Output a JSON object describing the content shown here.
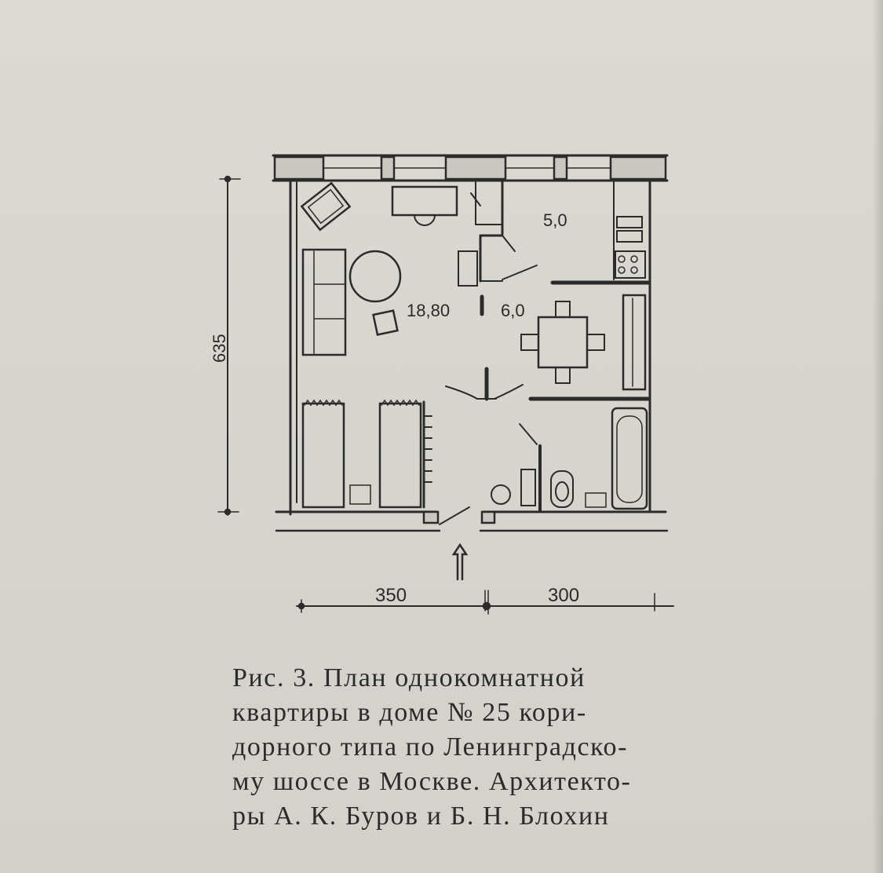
{
  "plan": {
    "room_areas": {
      "living_room": "18,80",
      "hall_dining": "6,0",
      "kitchen": "5,0"
    },
    "dimensions": {
      "height": "635",
      "left_width": "350",
      "right_width": "300"
    }
  },
  "caption": {
    "lines": [
      "Рис. 3. План однокомнатной",
      "квартиры в доме № 25 кори-",
      "дорного типа по Ленинградско-",
      "му шоссе в Москве. Архитекто-",
      "ры А. К. Буров и Б. Н. Блохин"
    ]
  },
  "colors": {
    "paper": "#d8d6cf",
    "ink": "#2b2b2b"
  }
}
